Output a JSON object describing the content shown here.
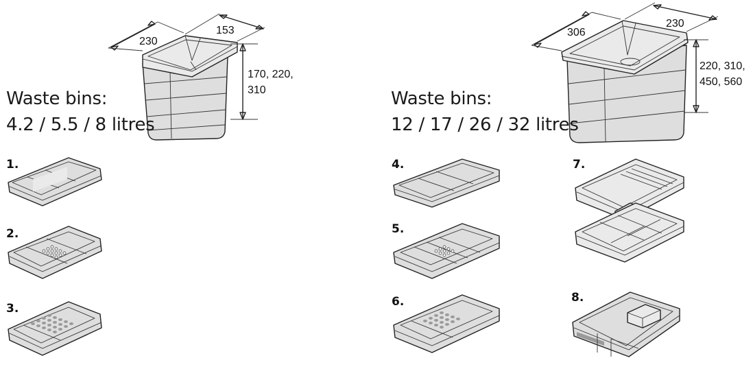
{
  "left": {
    "heading_line1": "Waste bins:",
    "heading_line2": "4.2 / 5.5 / 8 litres",
    "dimensions": {
      "width": "230",
      "depth": "153",
      "height_line1": "170, 220,",
      "height_line2": "310"
    },
    "inserts": [
      {
        "number": "1."
      },
      {
        "number": "2."
      },
      {
        "number": "3."
      }
    ]
  },
  "right": {
    "heading_line1": "Waste bins:",
    "heading_line2": "12 / 17 / 26 / 32 litres",
    "dimensions": {
      "width": "306",
      "depth": "230",
      "height_line1": "220, 310,",
      "height_line2": "450, 560"
    },
    "inserts": [
      {
        "number": "4."
      },
      {
        "number": "5."
      },
      {
        "number": "6."
      },
      {
        "number": "7."
      },
      {
        "number": "8."
      }
    ]
  },
  "colors": {
    "line": "#222222",
    "fill": "#dedede",
    "background": "#ffffff"
  }
}
